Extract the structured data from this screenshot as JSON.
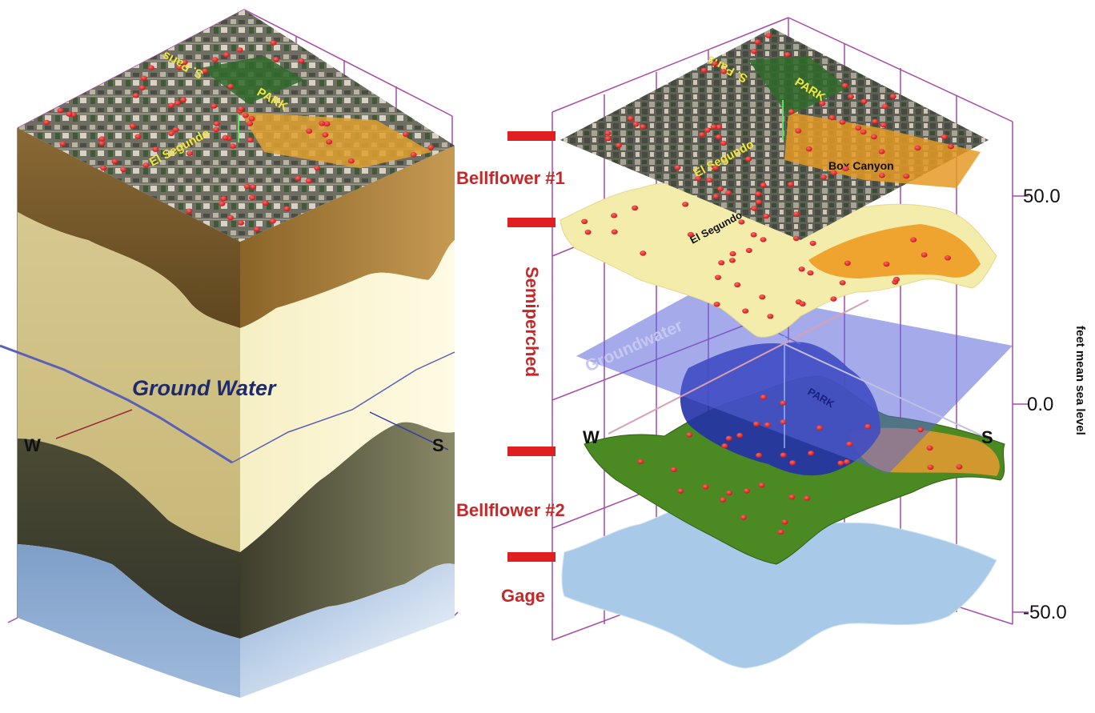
{
  "left_block": {
    "groundwater_label": "Ground Water",
    "compass_west": "W",
    "compass_south": "S",
    "map_labels": {
      "park": "PARK",
      "street_a": "El Segundo",
      "street_b": "S. Paris"
    }
  },
  "right_block": {
    "compass_west": "W",
    "compass_south": "S",
    "groundwater_plane_label": "Groundwater",
    "map_labels": {
      "park": "PARK",
      "street_a": "El Segundo",
      "street_b": "S. Paris",
      "canyon": "Box Canyon",
      "street_a_lower": "El Segundo",
      "park_lower": "PARK"
    },
    "layers": [
      {
        "name": "Bellflower #1"
      },
      {
        "name": "Semiperched"
      },
      {
        "name": "Bellflower #2"
      },
      {
        "name": "Gage"
      }
    ],
    "axis": {
      "title": "feet mean sea level",
      "ticks": [
        "50.0",
        "0.0",
        "-50.0"
      ]
    }
  },
  "colors": {
    "layer_label": "#c62828",
    "groundwater": "#2e3a8c",
    "frame": "#a64ca6",
    "observation_point": "#e02020"
  }
}
